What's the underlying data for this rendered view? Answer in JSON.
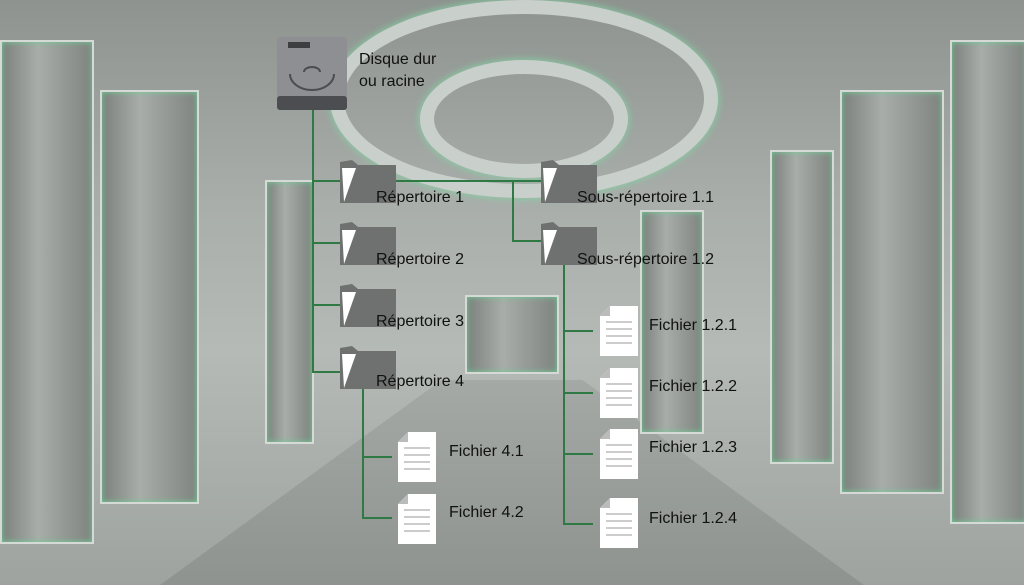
{
  "root": {
    "label_line1": "Disque dur",
    "label_line2": "ou racine",
    "icon": "hard-drive-icon"
  },
  "directories": [
    {
      "label": "Répertoire 1"
    },
    {
      "label": "Répertoire 2"
    },
    {
      "label": "Répertoire 3"
    },
    {
      "label": "Répertoire 4"
    }
  ],
  "subdirectories": [
    {
      "label": "Sous-répertoire 1.1"
    },
    {
      "label": "Sous-répertoire 1.2"
    }
  ],
  "files_1_2": [
    {
      "label": "Fichier 1.2.1"
    },
    {
      "label": "Fichier 1.2.2"
    },
    {
      "label": "Fichier 1.2.3"
    },
    {
      "label": "Fichier 1.2.4"
    }
  ],
  "files_4": [
    {
      "label": "Fichier 4.1"
    },
    {
      "label": "Fichier 4.2"
    }
  ],
  "colors": {
    "connector": "#2f7a44",
    "folder": "#6f7170",
    "file": "#ffffff"
  }
}
